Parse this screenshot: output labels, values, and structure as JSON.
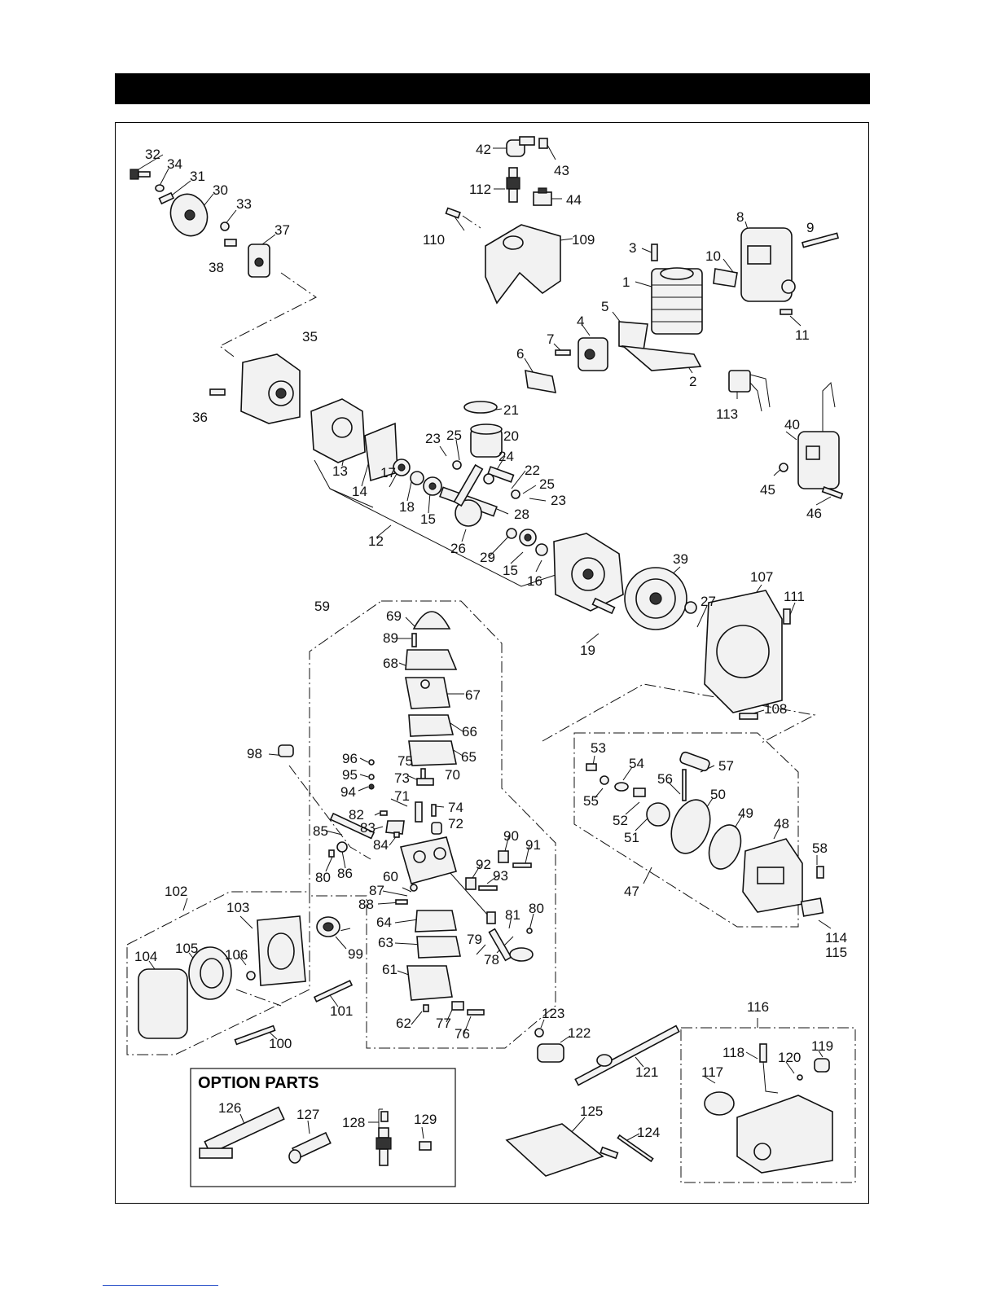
{
  "header": {
    "title": ""
  },
  "option_box": {
    "title": "OPTION  PARTS"
  },
  "labels": [
    {
      "id": "l32",
      "text": "32"
    },
    {
      "id": "l34",
      "text": "34"
    },
    {
      "id": "l31",
      "text": "31"
    },
    {
      "id": "l30",
      "text": "30"
    },
    {
      "id": "l33",
      "text": "33"
    },
    {
      "id": "l37",
      "text": "37"
    },
    {
      "id": "l38",
      "text": "38"
    },
    {
      "id": "l35",
      "text": "35"
    },
    {
      "id": "l36",
      "text": "36"
    },
    {
      "id": "l42",
      "text": "42"
    },
    {
      "id": "l43",
      "text": "43"
    },
    {
      "id": "l112",
      "text": "112"
    },
    {
      "id": "l44",
      "text": "44"
    },
    {
      "id": "l110",
      "text": "110"
    },
    {
      "id": "l109",
      "text": "109"
    },
    {
      "id": "l8",
      "text": "8"
    },
    {
      "id": "l9",
      "text": "9"
    },
    {
      "id": "l3",
      "text": "3"
    },
    {
      "id": "l10",
      "text": "10"
    },
    {
      "id": "l1",
      "text": "1"
    },
    {
      "id": "l5",
      "text": "5"
    },
    {
      "id": "l4",
      "text": "4"
    },
    {
      "id": "l7",
      "text": "7"
    },
    {
      "id": "l11",
      "text": "11"
    },
    {
      "id": "l6",
      "text": "6"
    },
    {
      "id": "l2",
      "text": "2"
    },
    {
      "id": "l113",
      "text": "113"
    },
    {
      "id": "l40",
      "text": "40"
    },
    {
      "id": "l21",
      "text": "21"
    },
    {
      "id": "l23a",
      "text": "23"
    },
    {
      "id": "l25a",
      "text": "25"
    },
    {
      "id": "l20",
      "text": "20"
    },
    {
      "id": "l24",
      "text": "24"
    },
    {
      "id": "l22",
      "text": "22"
    },
    {
      "id": "l25b",
      "text": "25"
    },
    {
      "id": "l23b",
      "text": "23"
    },
    {
      "id": "l13",
      "text": "13"
    },
    {
      "id": "l14",
      "text": "14"
    },
    {
      "id": "l17",
      "text": "17"
    },
    {
      "id": "l18",
      "text": "18"
    },
    {
      "id": "l15a",
      "text": "15"
    },
    {
      "id": "l28",
      "text": "28"
    },
    {
      "id": "l26",
      "text": "26"
    },
    {
      "id": "l29",
      "text": "29"
    },
    {
      "id": "l15b",
      "text": "15"
    },
    {
      "id": "l16",
      "text": "16"
    },
    {
      "id": "l12",
      "text": "12"
    },
    {
      "id": "l45",
      "text": "45"
    },
    {
      "id": "l46",
      "text": "46"
    },
    {
      "id": "l39",
      "text": "39"
    },
    {
      "id": "l107",
      "text": "107"
    },
    {
      "id": "l27",
      "text": "27"
    },
    {
      "id": "l111",
      "text": "111"
    },
    {
      "id": "l19",
      "text": "19"
    },
    {
      "id": "l108",
      "text": "108"
    },
    {
      "id": "l59",
      "text": "59"
    },
    {
      "id": "l69",
      "text": "69"
    },
    {
      "id": "l89",
      "text": "89"
    },
    {
      "id": "l68",
      "text": "68"
    },
    {
      "id": "l67",
      "text": "67"
    },
    {
      "id": "l66",
      "text": "66"
    },
    {
      "id": "l65",
      "text": "65"
    },
    {
      "id": "l98",
      "text": "98"
    },
    {
      "id": "l96",
      "text": "96"
    },
    {
      "id": "l75",
      "text": "75"
    },
    {
      "id": "l95",
      "text": "95"
    },
    {
      "id": "l73",
      "text": "73"
    },
    {
      "id": "l70",
      "text": "70"
    },
    {
      "id": "l94",
      "text": "94"
    },
    {
      "id": "l71",
      "text": "71"
    },
    {
      "id": "l74",
      "text": "74"
    },
    {
      "id": "l82",
      "text": "82"
    },
    {
      "id": "l72",
      "text": "72"
    },
    {
      "id": "l85",
      "text": "85"
    },
    {
      "id": "l83",
      "text": "83"
    },
    {
      "id": "l84",
      "text": "84"
    },
    {
      "id": "l90",
      "text": "90"
    },
    {
      "id": "l91",
      "text": "91"
    },
    {
      "id": "l92",
      "text": "92"
    },
    {
      "id": "l80a",
      "text": "80"
    },
    {
      "id": "l86",
      "text": "86"
    },
    {
      "id": "l60",
      "text": "60"
    },
    {
      "id": "l93",
      "text": "93"
    },
    {
      "id": "l87",
      "text": "87"
    },
    {
      "id": "l88",
      "text": "88"
    },
    {
      "id": "l81",
      "text": "81"
    },
    {
      "id": "l80b",
      "text": "80"
    },
    {
      "id": "l64",
      "text": "64"
    },
    {
      "id": "l79",
      "text": "79"
    },
    {
      "id": "l63",
      "text": "63"
    },
    {
      "id": "l78",
      "text": "78"
    },
    {
      "id": "l61",
      "text": "61"
    },
    {
      "id": "l62",
      "text": "62"
    },
    {
      "id": "l77",
      "text": "77"
    },
    {
      "id": "l76",
      "text": "76"
    },
    {
      "id": "l53",
      "text": "53"
    },
    {
      "id": "l54",
      "text": "54"
    },
    {
      "id": "l56",
      "text": "56"
    },
    {
      "id": "l57",
      "text": "57"
    },
    {
      "id": "l55",
      "text": "55"
    },
    {
      "id": "l52",
      "text": "52"
    },
    {
      "id": "l50",
      "text": "50"
    },
    {
      "id": "l49",
      "text": "49"
    },
    {
      "id": "l48",
      "text": "48"
    },
    {
      "id": "l51",
      "text": "51"
    },
    {
      "id": "l58",
      "text": "58"
    },
    {
      "id": "l47",
      "text": "47"
    },
    {
      "id": "l114",
      "text": "114"
    },
    {
      "id": "l115",
      "text": "115"
    },
    {
      "id": "l102",
      "text": "102"
    },
    {
      "id": "l103",
      "text": "103"
    },
    {
      "id": "l104",
      "text": "104"
    },
    {
      "id": "l105",
      "text": "105"
    },
    {
      "id": "l106",
      "text": "106"
    },
    {
      "id": "l99",
      "text": "99"
    },
    {
      "id": "l101",
      "text": "101"
    },
    {
      "id": "l100",
      "text": "100"
    },
    {
      "id": "l123",
      "text": "123"
    },
    {
      "id": "l122",
      "text": "122"
    },
    {
      "id": "l121",
      "text": "121"
    },
    {
      "id": "l116",
      "text": "116"
    },
    {
      "id": "l118",
      "text": "118"
    },
    {
      "id": "l120",
      "text": "120"
    },
    {
      "id": "l119",
      "text": "119"
    },
    {
      "id": "l117",
      "text": "117"
    },
    {
      "id": "l126",
      "text": "126"
    },
    {
      "id": "l127",
      "text": "127"
    },
    {
      "id": "l128",
      "text": "128"
    },
    {
      "id": "l129",
      "text": "129"
    },
    {
      "id": "l125",
      "text": "125"
    },
    {
      "id": "l124",
      "text": "124"
    }
  ]
}
